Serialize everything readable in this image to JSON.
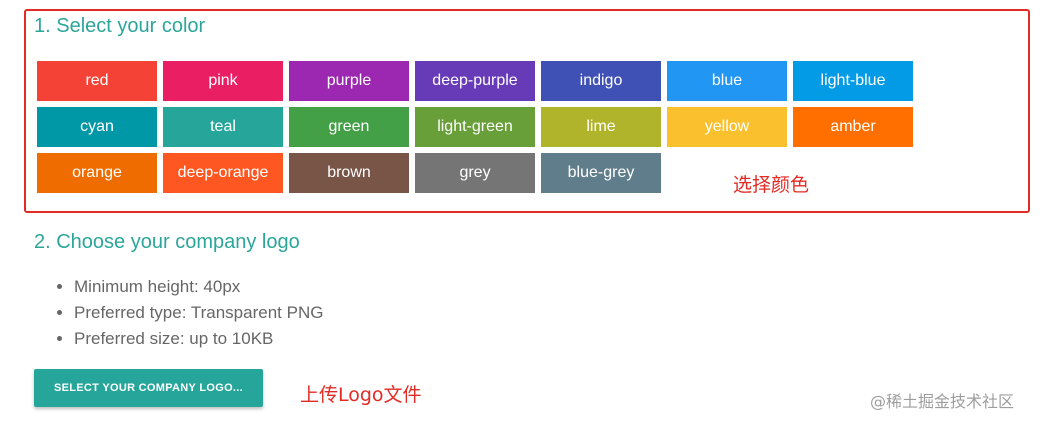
{
  "color_section": {
    "title": "1. Select your color",
    "annotation": "选择颜色",
    "swatches": [
      {
        "label": "red",
        "color": "#f44336"
      },
      {
        "label": "pink",
        "color": "#e91e63"
      },
      {
        "label": "purple",
        "color": "#9c27b0"
      },
      {
        "label": "deep-purple",
        "color": "#673ab7"
      },
      {
        "label": "indigo",
        "color": "#3f51b5"
      },
      {
        "label": "blue",
        "color": "#2196f3"
      },
      {
        "label": "light-blue",
        "color": "#039be5"
      },
      {
        "label": "cyan",
        "color": "#0097a7"
      },
      {
        "label": "teal",
        "color": "#26a69a"
      },
      {
        "label": "green",
        "color": "#43a047"
      },
      {
        "label": "light-green",
        "color": "#689f38"
      },
      {
        "label": "lime",
        "color": "#afb42b"
      },
      {
        "label": "yellow",
        "color": "#fbc02d"
      },
      {
        "label": "amber",
        "color": "#ff6f00"
      },
      {
        "label": "orange",
        "color": "#ef6c00"
      },
      {
        "label": "deep-orange",
        "color": "#ff5722"
      },
      {
        "label": "brown",
        "color": "#795548"
      },
      {
        "label": "grey",
        "color": "#757575"
      },
      {
        "label": "blue-grey",
        "color": "#607d8b"
      }
    ]
  },
  "logo_section": {
    "title": "2. Choose your company logo",
    "requirements": [
      "Minimum height: 40px",
      "Preferred type: Transparent PNG",
      "Preferred size: up to 10KB"
    ],
    "upload_button_label": "SELECT YOUR COMPANY LOGO...",
    "annotation": "上传Logo文件"
  },
  "watermark": "@稀土掘金技术社区",
  "colors": {
    "heading": "#2ca69a",
    "annotation_border": "#e12b24",
    "button": "#26a69a"
  }
}
